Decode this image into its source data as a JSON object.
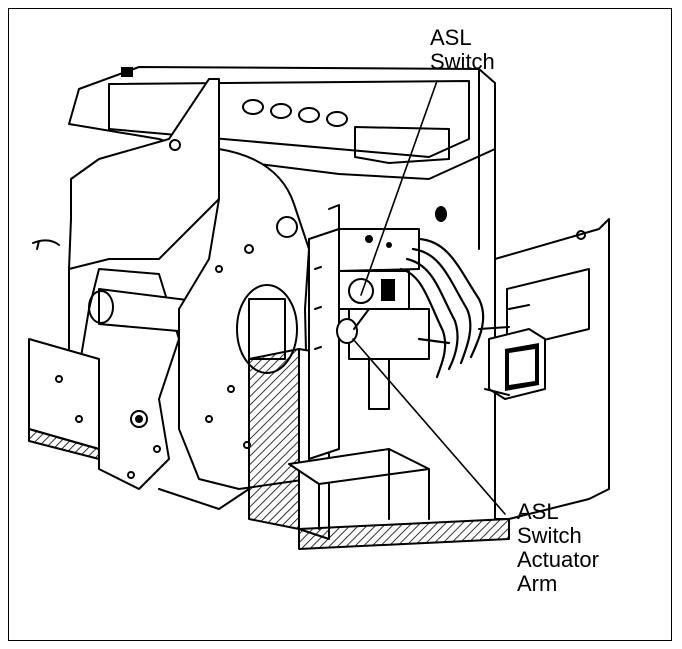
{
  "figure": {
    "labels": {
      "asl_switch": [
        "ASL",
        "Switch"
      ],
      "asl_switch_actuator_arm": [
        "ASL",
        "Switch",
        "Actuator",
        "Arm"
      ]
    },
    "colors": {
      "ink": "#000000",
      "paper": "#ffffff"
    }
  }
}
